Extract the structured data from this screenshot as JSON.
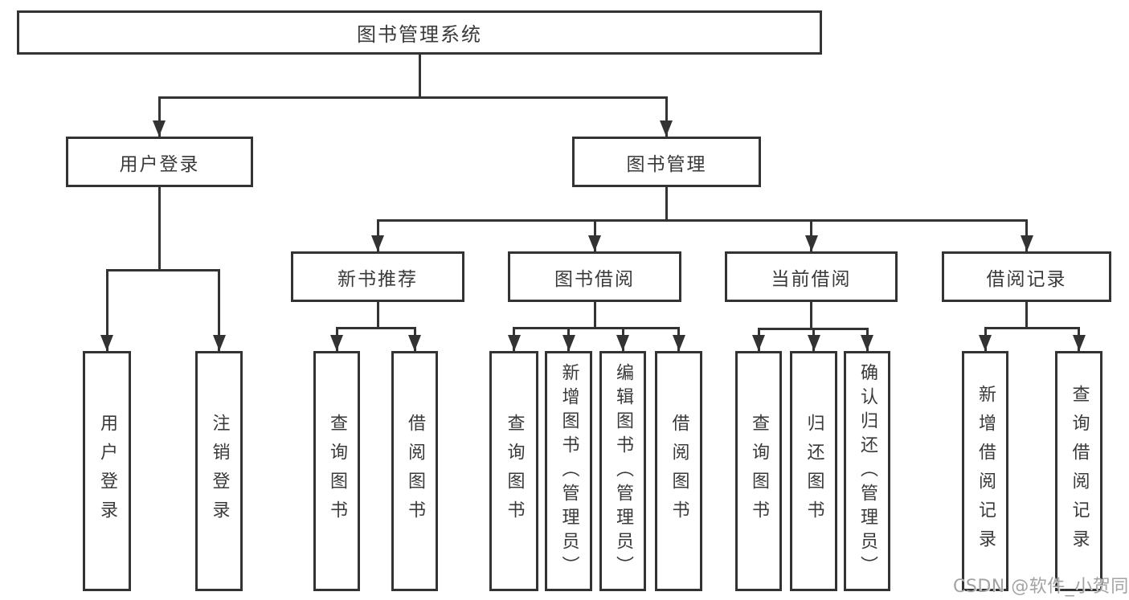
{
  "diagram": {
    "root": {
      "label": "图书管理系统"
    },
    "level2": [
      {
        "label": "用户登录"
      },
      {
        "label": "图书管理"
      }
    ],
    "level3": [
      {
        "label": "新书推荐"
      },
      {
        "label": "图书借阅"
      },
      {
        "label": "当前借阅"
      },
      {
        "label": "借阅记录"
      }
    ],
    "leaves": {
      "user_login": [
        {
          "label": "用户登录"
        },
        {
          "label": "注销登录"
        }
      ],
      "new_book": [
        {
          "label": "查询图书"
        },
        {
          "label": "借阅图书"
        }
      ],
      "book_borrow": [
        {
          "label": "查询图书"
        },
        {
          "label": "新增图书（管理员）"
        },
        {
          "label": "编辑图书（管理员）"
        },
        {
          "label": "借阅图书"
        }
      ],
      "current_borrow": [
        {
          "label": "查询图书"
        },
        {
          "label": "归还图书"
        },
        {
          "label": "确认归还（管理员）"
        }
      ],
      "borrow_records": [
        {
          "label": "新增借阅记录"
        },
        {
          "label": "查询借阅记录"
        }
      ]
    },
    "watermark": "CSDN @软件_小贺同学"
  },
  "colors": {
    "line": "#333333",
    "text": "#3a3a3a",
    "watermark": "#a3a3a3",
    "background": "#ffffff"
  }
}
